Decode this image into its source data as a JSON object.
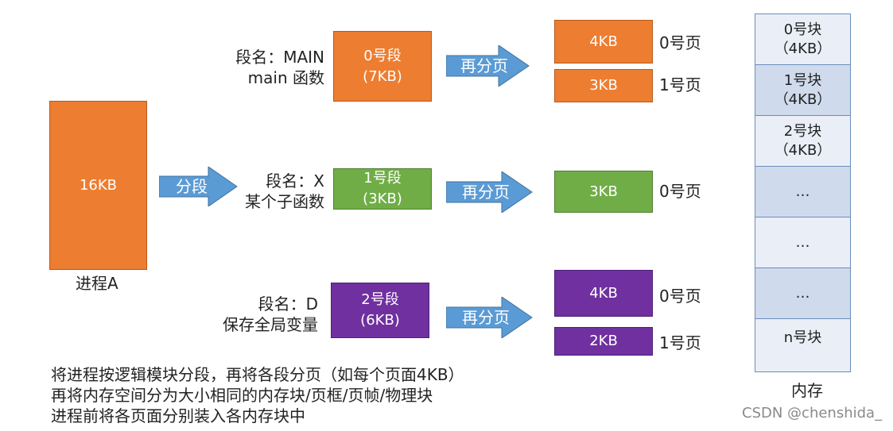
{
  "process": {
    "size": "16KB",
    "label": "进程A"
  },
  "split_arrow_label": "分段",
  "segments": [
    {
      "name_line1": "段名：MAIN",
      "name_line2": "main 函数",
      "seg_title": "0号段",
      "seg_size": "(7KB)",
      "arrow_label": "再分页",
      "pages": [
        {
          "size": "4KB",
          "label": "0号页"
        },
        {
          "size": "3KB",
          "label": "1号页"
        }
      ],
      "color": "#ed7d31"
    },
    {
      "name_line1": "段名：X",
      "name_line2": "某个子函数",
      "seg_title": "1号段",
      "seg_size": "(3KB)",
      "arrow_label": "再分页",
      "pages": [
        {
          "size": "3KB",
          "label": "0号页"
        }
      ],
      "color": "#70ad47"
    },
    {
      "name_line1": "段名：D",
      "name_line2": "保存全局变量",
      "seg_title": "2号段",
      "seg_size": "(6KB)",
      "arrow_label": "再分页",
      "pages": [
        {
          "size": "4KB",
          "label": "0号页"
        },
        {
          "size": "2KB",
          "label": "1号页"
        }
      ],
      "color": "#7030a0"
    }
  ],
  "memory": {
    "label": "内存",
    "blocks": [
      {
        "line1": "0号块",
        "line2": "（4KB）"
      },
      {
        "line1": "1号块",
        "line2": "（4KB）"
      },
      {
        "line1": "2号块",
        "line2": "（4KB）"
      },
      {
        "line1": "…",
        "line2": ""
      },
      {
        "line1": "…",
        "line2": ""
      },
      {
        "line1": "…",
        "line2": ""
      },
      {
        "line1": "n号块",
        "line2": ""
      }
    ]
  },
  "notes": [
    "将进程按逻辑模块分段，再将各段分页（如每个页面4KB）",
    "再将内存空间分为大小相同的内存块/页框/页帧/物理块",
    "进程前将各页面分别装入各内存块中"
  ],
  "watermark": "CSDN @chenshida_"
}
